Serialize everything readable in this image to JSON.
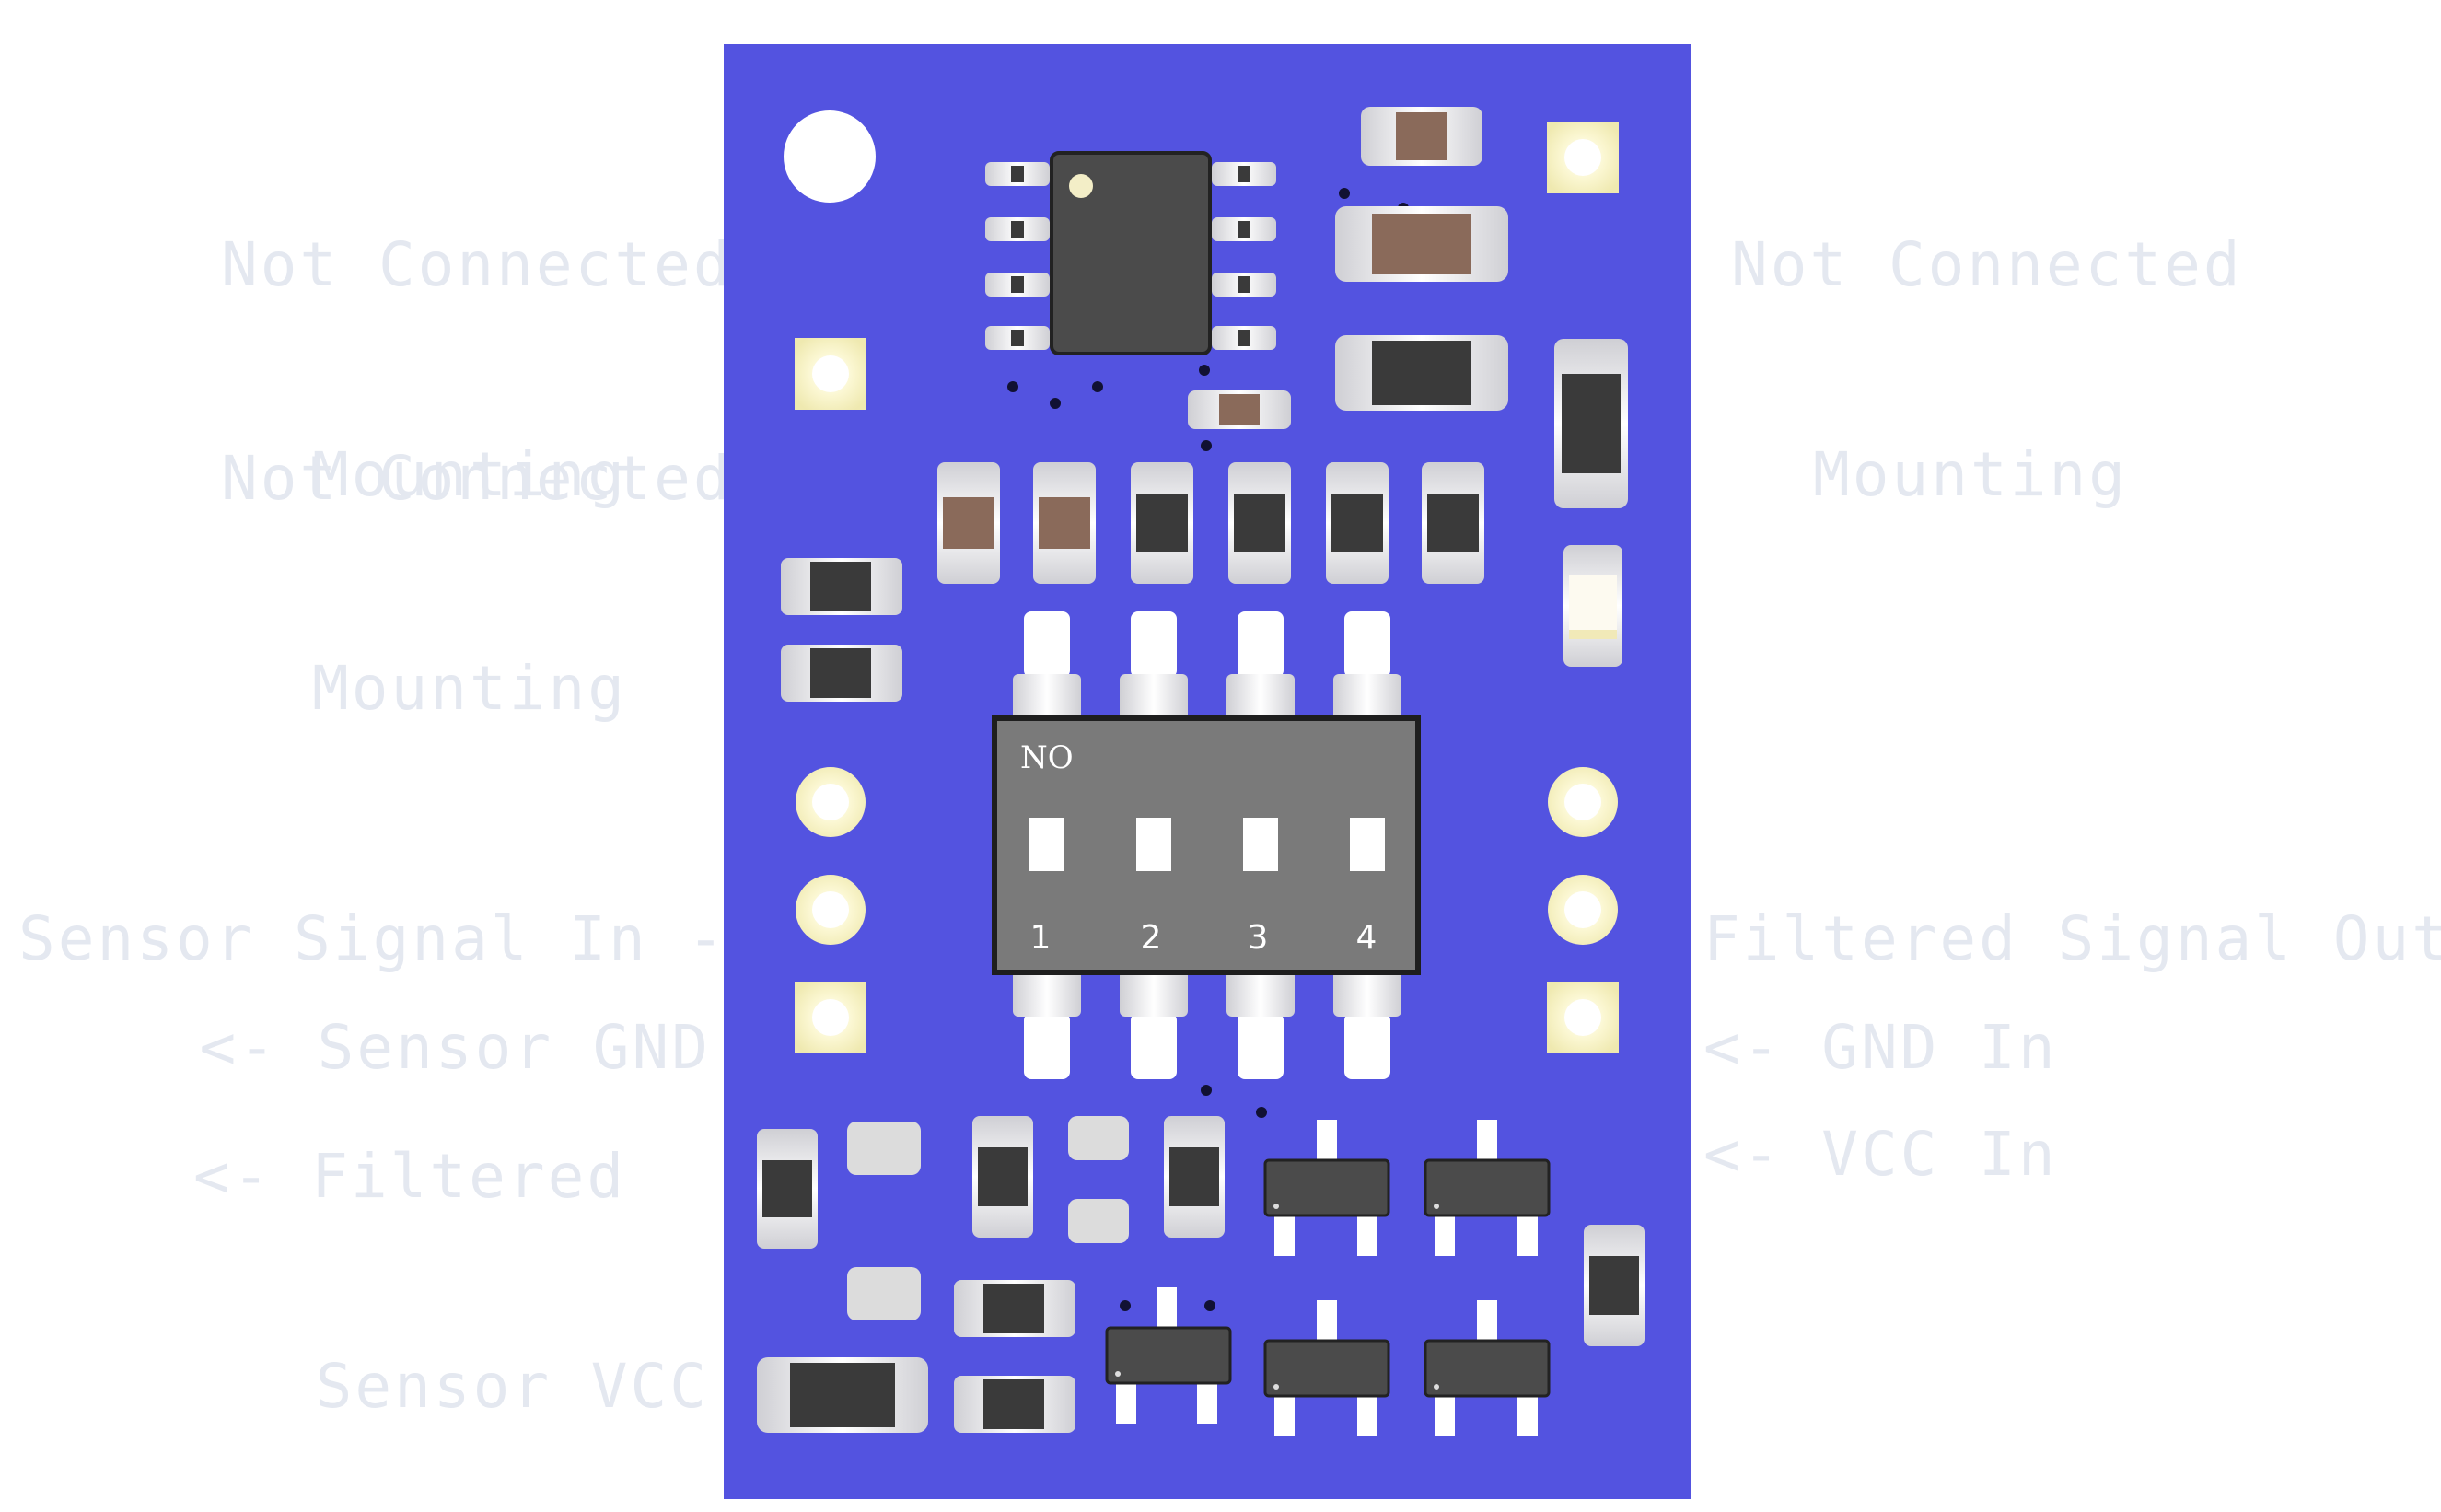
{
  "labels": {
    "not_connected_top_left": [
      "Not Connected",
      "Mounting"
    ],
    "not_connected_mid_left": [
      "Not Connected",
      "Mounting"
    ],
    "not_connected_top_right": [
      "Not Connected",
      "Mounting"
    ],
    "sensor_signal_in": "Sensor Signal In ->",
    "sensor_gnd": "<- Sensor GND",
    "filtered_sensor_vcc": [
      "<- Filtered",
      "Sensor VCC"
    ],
    "filtered_signal_out": "Filtered Signal Out->",
    "gnd_in": "<- GND In",
    "vcc_in": "<- VCC In"
  },
  "dip_switch": {
    "mode_label": "NO",
    "positions": [
      "1",
      "2",
      "3",
      "4"
    ]
  },
  "colors": {
    "board": "#5353e0",
    "pad": "#fbf7d2",
    "chip_body": "#4b4b4b",
    "resistor_body": "#8a6a5a",
    "label_text": "#e4e8f0"
  }
}
